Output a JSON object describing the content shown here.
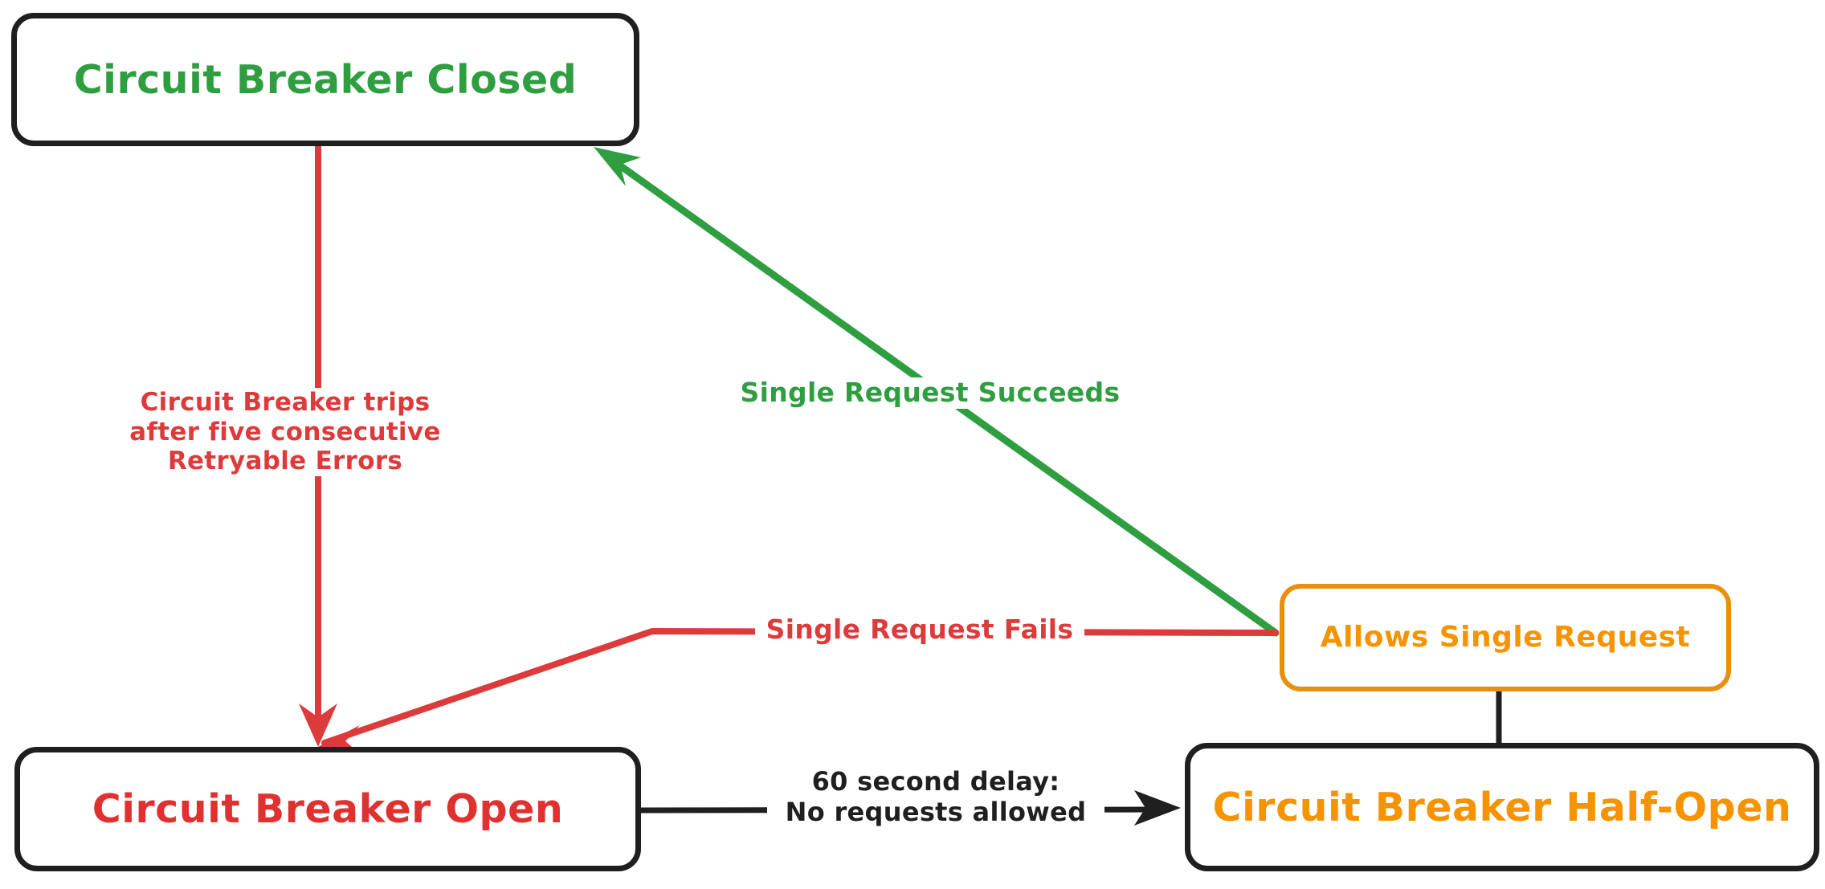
{
  "diagram": {
    "type": "state-diagram",
    "title": "Circuit Breaker State Machine",
    "background_color": "#ffffff",
    "colors": {
      "green": "#2f9e41",
      "red": "#e03131",
      "red_line": "#dd3b3b",
      "orange": "#f59300",
      "orange_border": "#e8900c",
      "black": "#1f1f1f"
    },
    "nodes": [
      {
        "id": "closed",
        "label": "Circuit Breaker Closed",
        "text_color": "#2f9e41",
        "border_color": "#1f1f1f"
      },
      {
        "id": "open",
        "label": "Circuit Breaker Open",
        "text_color": "#e03131",
        "border_color": "#1f1f1f"
      },
      {
        "id": "half-open",
        "label": "Circuit Breaker Half-Open",
        "text_color": "#f59300",
        "border_color": "#1f1f1f"
      },
      {
        "id": "allows",
        "label": "Allows Single Request",
        "text_color": "#f59300",
        "border_color": "#e8900c"
      }
    ],
    "edges": [
      {
        "id": "closed-to-open",
        "from": "closed",
        "to": "open",
        "color": "#dd3b3b",
        "label_lines": [
          "Circuit Breaker trips",
          "after five consecutive",
          "Retryable Errors"
        ]
      },
      {
        "id": "allows-to-closed",
        "from": "allows",
        "to": "closed",
        "color": "#2f9e41",
        "label_lines": [
          "Single Request Succeeds"
        ]
      },
      {
        "id": "allows-to-open",
        "from": "allows",
        "to": "open",
        "color": "#dd3b3b",
        "label_lines": [
          "Single Request Fails"
        ]
      },
      {
        "id": "open-to-half-open",
        "from": "open",
        "to": "half-open",
        "color": "#1f1f1f",
        "label_lines": [
          "60 second delay:",
          "No requests allowed"
        ]
      },
      {
        "id": "half-open-to-allows",
        "from": "half-open",
        "to": "allows",
        "color": "#1f1f1f",
        "label_lines": []
      }
    ]
  },
  "labels": {
    "trips_line1": "Circuit Breaker trips",
    "trips_line2": "after five consecutive",
    "trips_line3": "Retryable Errors",
    "succeeds": "Single Request Succeeds",
    "fails": "Single Request Fails",
    "delay_line1": "60 second delay:",
    "delay_line2": "No requests allowed"
  },
  "nodes": {
    "closed": "Circuit Breaker Closed",
    "open": "Circuit Breaker Open",
    "half_open": "Circuit Breaker Half-Open",
    "allows": "Allows Single Request"
  }
}
